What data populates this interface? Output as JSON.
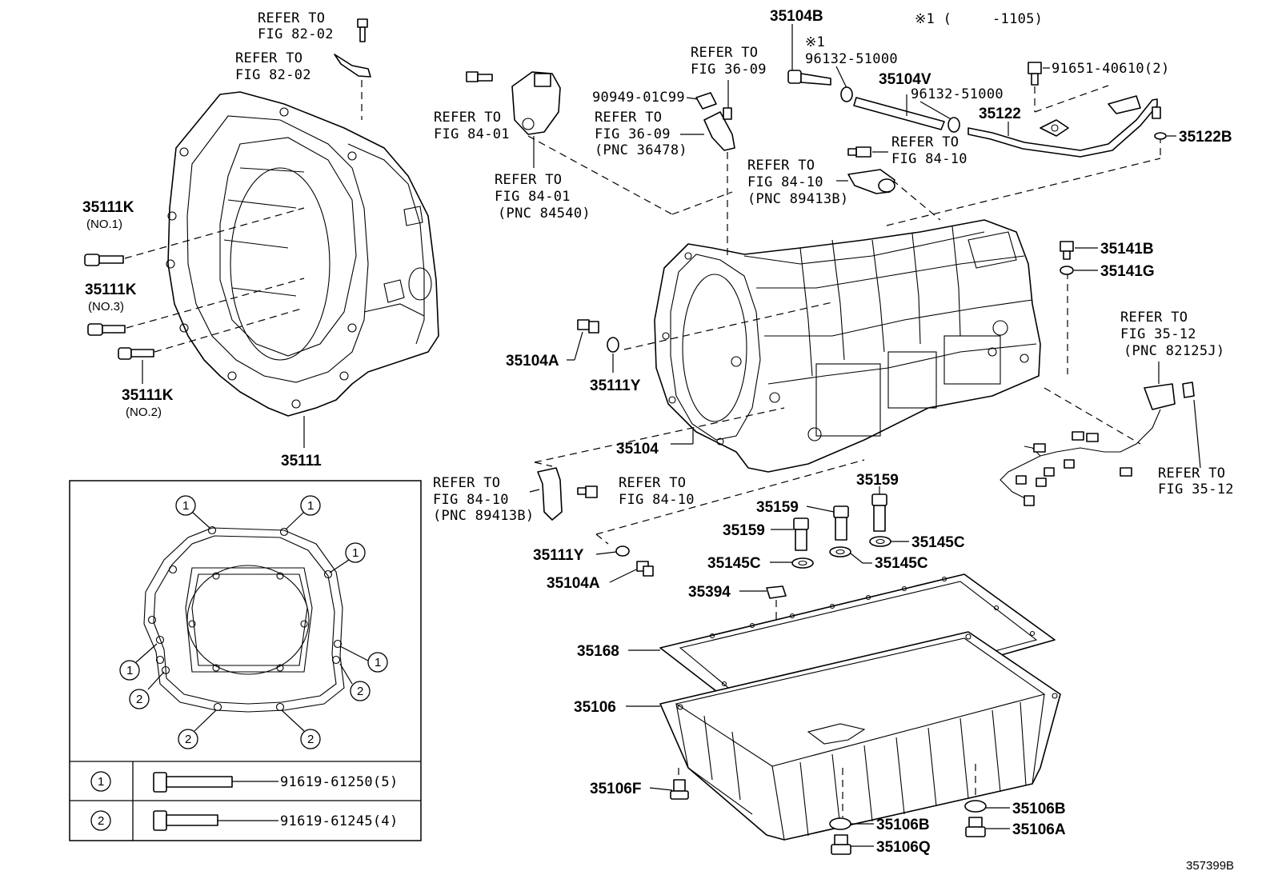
{
  "header": {
    "note_mark": "※1 (",
    "note_range": "-1105)",
    "ref_note_mark": "※1"
  },
  "labels": {
    "p35104B": "35104B",
    "p96132_a": "96132-51000",
    "p35104V": "35104V",
    "p96132_b": "96132-51000",
    "p91651": "91651-40610(2)",
    "p35122": "35122",
    "p35122B": "35122B",
    "p90949": "90949-01C99",
    "p35111K_1": "35111K",
    "p35111K_1_sub": "(NO.1)",
    "p35111K_3": "35111K",
    "p35111K_3_sub": "(NO.3)",
    "p35111K_2": "35111K",
    "p35111K_2_sub": "(NO.2)",
    "p35111": "35111",
    "p35141B": "35141B",
    "p35141G": "35141G",
    "p35104A_1": "35104A",
    "p35111Y_1": "35111Y",
    "p35104": "35104",
    "p35159_a": "35159",
    "p35159_b": "35159",
    "p35159_c": "35159",
    "p35145C_a": "35145C",
    "p35145C_b": "35145C",
    "p35145C_c": "35145C",
    "p35111Y_2": "35111Y",
    "p35104A_2": "35104A",
    "p35394": "35394",
    "p35168": "35168",
    "p35106": "35106",
    "p35106F": "35106F",
    "p35106B_a": "35106B",
    "p35106B_b": "35106B",
    "p35106A": "35106A",
    "p35106Q": "35106Q",
    "drawing_no": "357399B"
  },
  "refs": {
    "r1_line1": "REFER TO",
    "r1_line2": "FIG 82-02",
    "r2_line1": "REFER TO",
    "r2_line2": "FIG 82-02",
    "r3_line1": "REFER TO",
    "r3_line2": "FIG 84-01",
    "r4_line1": "REFER TO",
    "r4_line2": "FIG 84-01",
    "r4_line3": "(PNC 84540)",
    "r5_line1": "REFER TO",
    "r5_line2": "FIG 36-09",
    "r6_line1": "REFER TO",
    "r6_line2": "FIG 36-09",
    "r6_line3": "(PNC 36478)",
    "r7_line1": "REFER TO",
    "r7_line2": "FIG 84-10",
    "r8_line1": "REFER TO",
    "r8_line2": "FIG 84-10",
    "r8_line3": "(PNC 89413B)",
    "r9_line1": "REFER TO",
    "r9_line2": "FIG 35-12",
    "r9_line3": "(PNC 82125J)",
    "r10_line1": "REFER TO",
    "r10_line2": "FIG 35-12",
    "r11_line1": "REFER TO",
    "r11_line2": "FIG 84-10",
    "r11_line3": "(PNC 89413B)",
    "r12_line1": "REFER TO",
    "r12_line2": "FIG 84-10"
  },
  "bolt_table": {
    "rows": [
      {
        "key": "1",
        "part": "91619-61250(5)"
      },
      {
        "key": "2",
        "part": "91619-61245(4)"
      }
    ],
    "callouts": [
      "1",
      "1",
      "1",
      "1",
      "1",
      "2",
      "2",
      "2",
      "2"
    ]
  }
}
